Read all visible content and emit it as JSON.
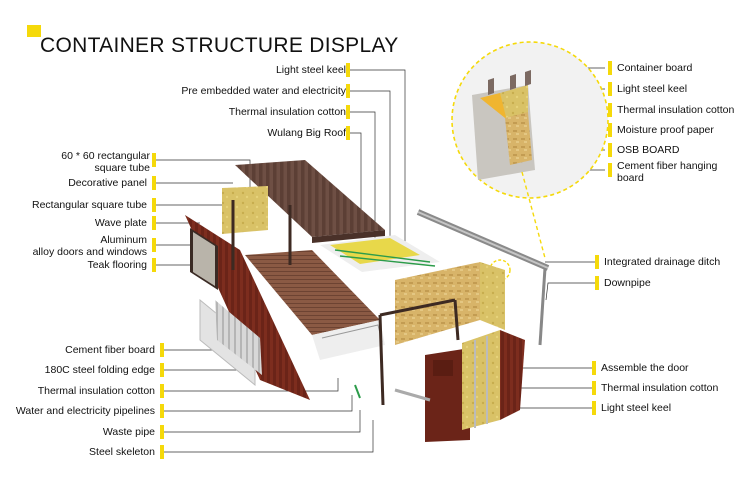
{
  "title": "CONTAINER STRUCTURE DISPLAY",
  "colors": {
    "accent": "#f5d90a",
    "container_red": "#6b2418",
    "insulation": "#e8d84a",
    "frame": "#3a2a24"
  },
  "labels_left": {
    "cement_fiber_board": "Cement fiber board",
    "steel_folding_edge": "180C steel folding edge",
    "thermal_insulation_cotton": "Thermal insulation cotton",
    "water_electricity_pipelines": "Water and electricity pipelines",
    "waste_pipe": "Waste pipe",
    "steel_skeleton": "Steel skeleton",
    "square_tube_60": [
      "60 * 60 rectangular",
      "square tube"
    ],
    "decorative_panel": "Decorative panel",
    "rectangular_square_tube": "Rectangular square tube",
    "wave_plate": "Wave plate",
    "aluminum_doors_windows": [
      "Aluminum",
      "alloy doors and windows"
    ],
    "teak_flooring": "Teak flooring"
  },
  "labels_top": {
    "light_steel_keel": "Light steel keel",
    "pre_embedded": "Pre embedded water and electricity",
    "thermal_insulation_cotton": "Thermal insulation cotton",
    "wulang_big_roof": "Wulang Big Roof"
  },
  "labels_right": {
    "container_board": "Container board",
    "light_steel_keel": "Light steel keel",
    "thermal_insulation_cotton": "Thermal insulation cotton",
    "moisture_proof_paper": "Moisture proof paper",
    "osb_board": "OSB BOARD",
    "cement_fiber_hanging_board": [
      "Cement fiber hanging",
      "board"
    ],
    "integrated_drainage_ditch": "Integrated drainage ditch",
    "downpipe": "Downpipe",
    "assemble_door": "Assemble the door",
    "thermal_insulation_cotton_2": "Thermal insulation cotton",
    "light_steel_keel_2": "Light steel keel"
  }
}
